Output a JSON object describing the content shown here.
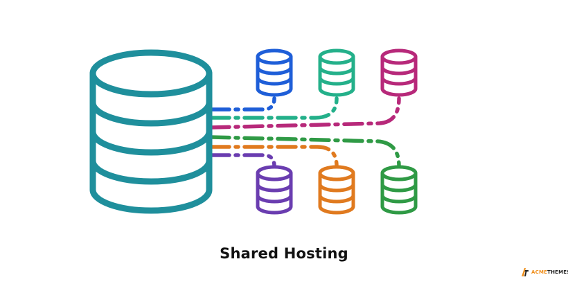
{
  "caption": "Shared Hosting",
  "logo": {
    "part1": "ACME",
    "part2": "THEMES"
  },
  "colors": {
    "server": "#1f8f9c",
    "blue": "#1e5ed8",
    "teal": "#24b08a",
    "magenta": "#b7297a",
    "purple": "#6a3db0",
    "orange": "#e07a1f",
    "green": "#2f9a45",
    "logo_accent": "#f0901e"
  },
  "main_server_icon": "database-icon",
  "databases": [
    {
      "name": "blue-database-icon",
      "color_key": "blue"
    },
    {
      "name": "teal-database-icon",
      "color_key": "teal"
    },
    {
      "name": "magenta-database-icon",
      "color_key": "magenta"
    },
    {
      "name": "purple-database-icon",
      "color_key": "purple"
    },
    {
      "name": "orange-database-icon",
      "color_key": "orange"
    },
    {
      "name": "green-database-icon",
      "color_key": "green"
    }
  ]
}
